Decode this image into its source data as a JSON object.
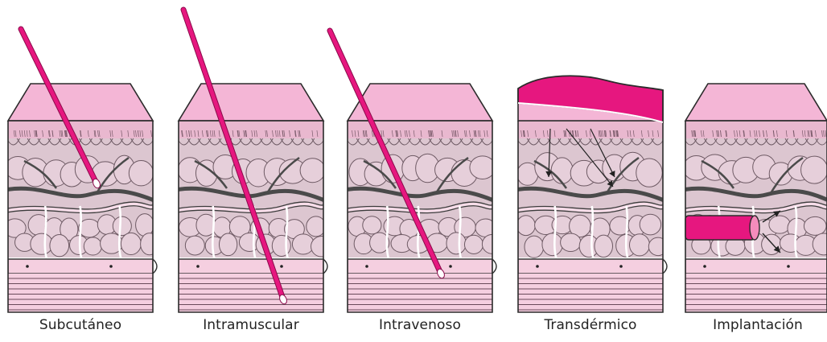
{
  "panels": [
    {
      "label": "Subcutáneo",
      "method": "needle",
      "needle_depth": "dermis-fat"
    },
    {
      "label": "Intramuscular",
      "method": "needle",
      "needle_depth": "muscle"
    },
    {
      "label": "Intravenoso",
      "method": "needle",
      "needle_depth": "vein"
    },
    {
      "label": "Transdérmico",
      "method": "patch"
    },
    {
      "label": "Implantación",
      "method": "implant"
    }
  ],
  "colors": {
    "skin_surface": "#f4b6d6",
    "skin_side": "#eeb0cc",
    "dermis": "#e9b8cf",
    "tissue": "#dcc6d0",
    "fat_cell": "#e6cfda",
    "vessel": "#4a4a4a",
    "vessel_light": "#f7dde9",
    "muscle": "#f5cfe0",
    "outline": "#2b2b2b",
    "accent_magenta": "#e6177f"
  }
}
